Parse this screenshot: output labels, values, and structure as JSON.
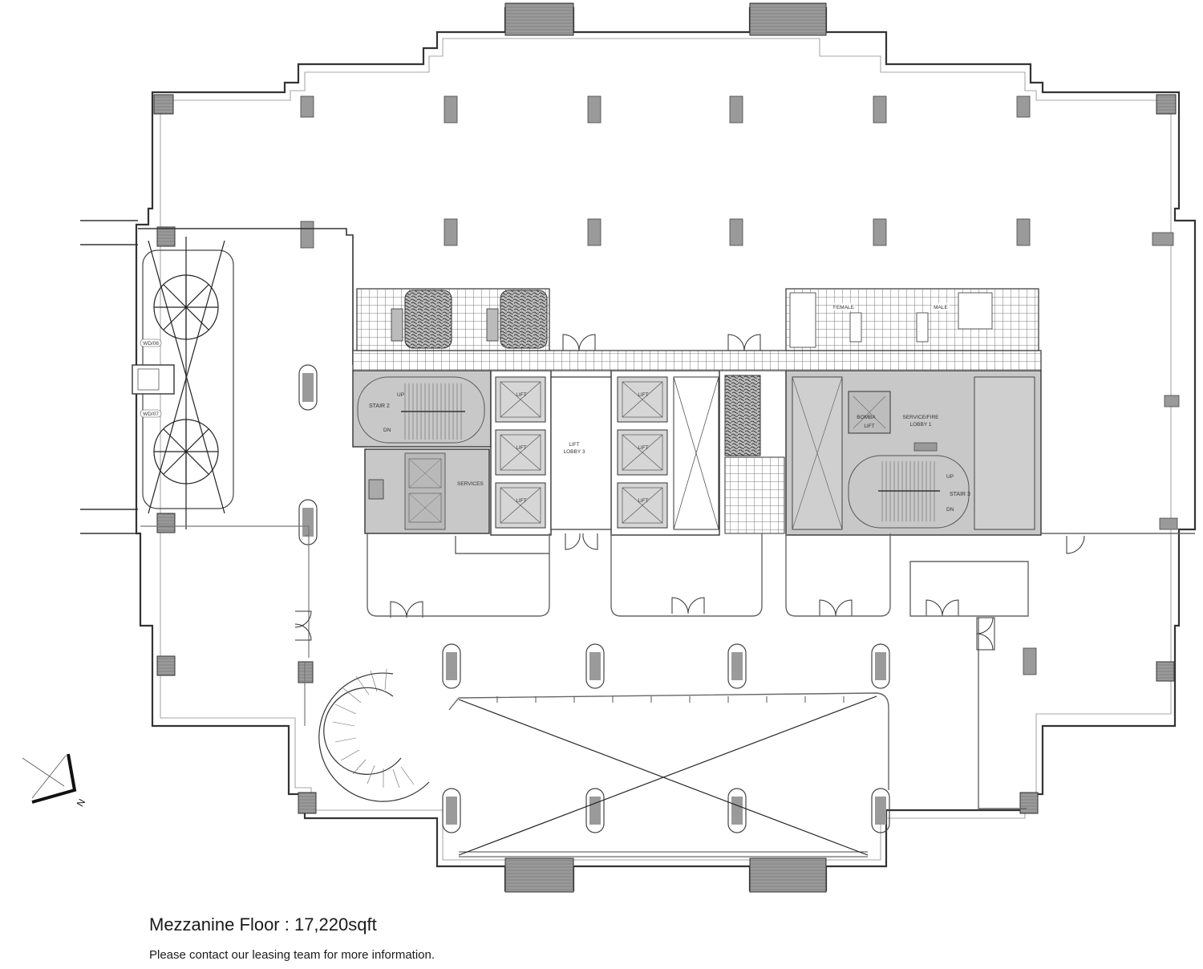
{
  "floor": {
    "title": "Mezzanine Floor : 17,220sqft",
    "note": "Please contact our leasing team for more information."
  },
  "rooms": {
    "stair2": "STAIR 2",
    "stair3": "STAIR 3",
    "lift": "LIFT",
    "lift_lobby_3_line1": "LIFT",
    "lift_lobby_3_line2": "LOBBY 3",
    "services": "SERVICES",
    "bomba_lift_line1": "BOMBA",
    "bomba_lift_line2": "LIFT",
    "service_fire_lobby_line1": "SERVICE/FIRE",
    "service_fire_lobby_line2": "LOBBY 1",
    "female": "FEMALE",
    "male": "MALE",
    "up": "UP",
    "dn": "DN"
  },
  "doors": {
    "wd06": "WD/06",
    "wd07": "WD/07"
  },
  "north_arrow": {
    "label": "N"
  },
  "colors": {
    "core_fill": "#c8c8c8",
    "column_fill": "#9a9a9a",
    "wall_stroke": "#333333",
    "page_bg": "#ffffff"
  }
}
